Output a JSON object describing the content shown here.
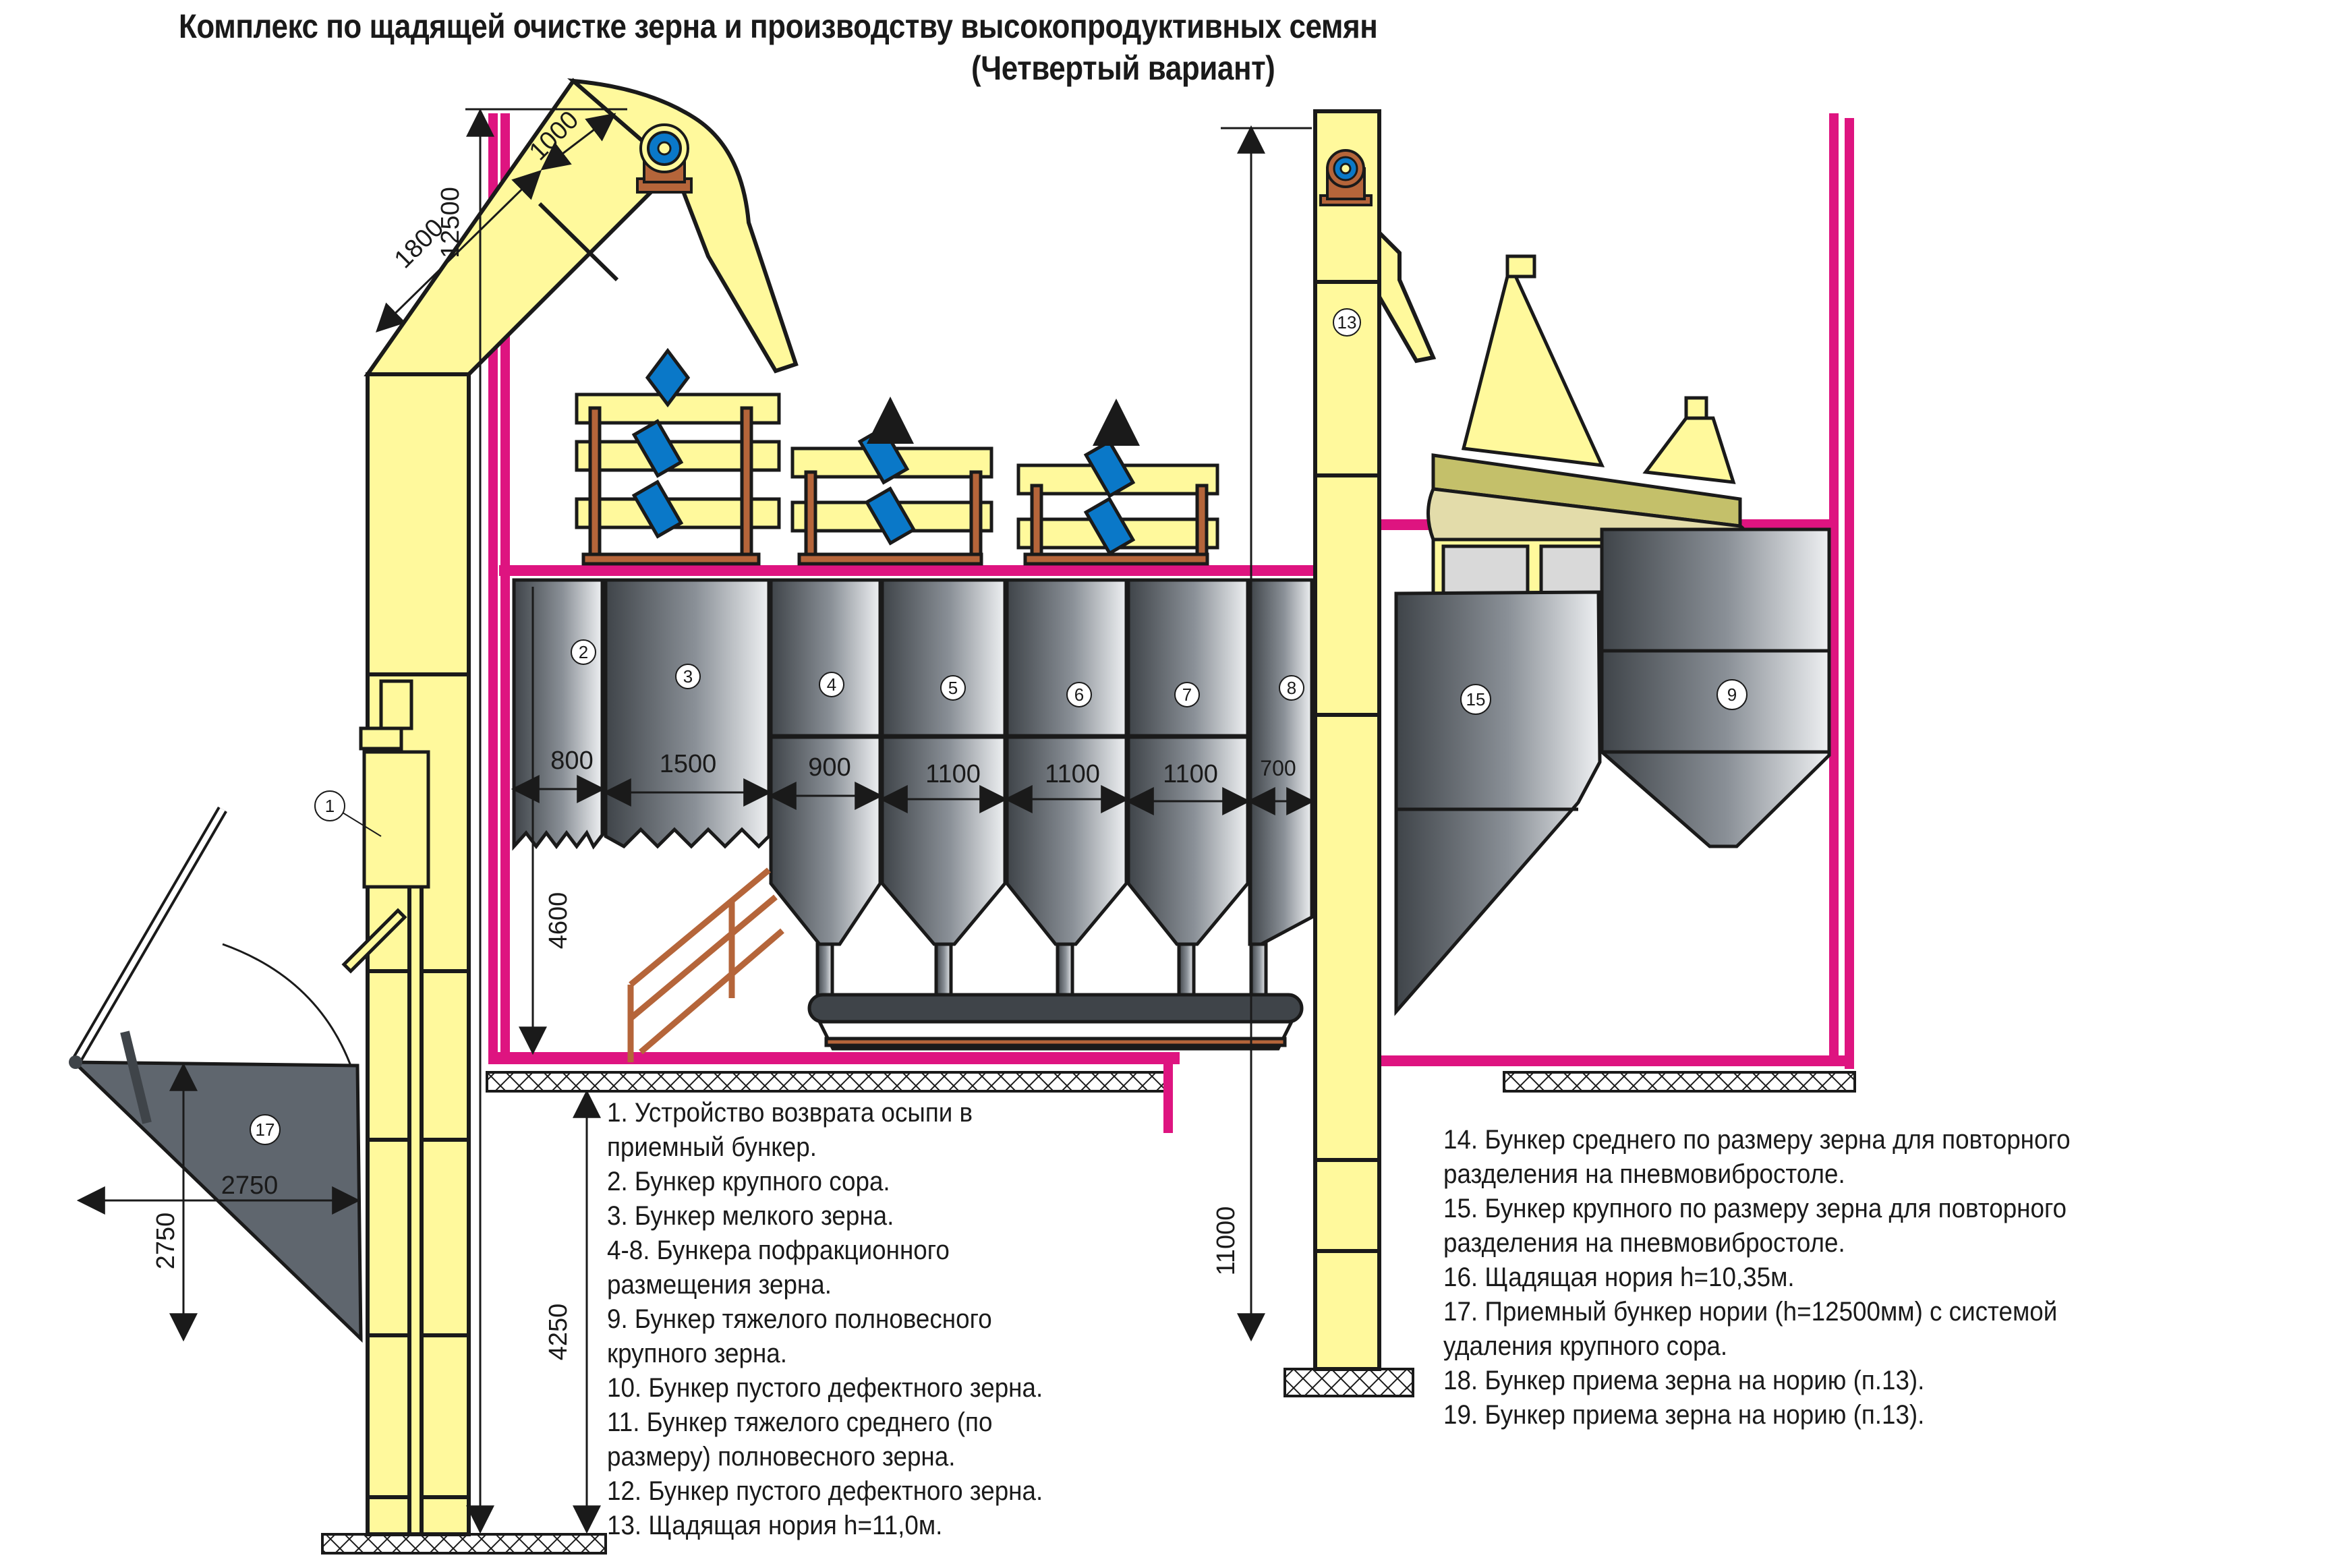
{
  "title": {
    "line1": "Комплекс по щадящей очистке зерна и производству высокопродуктивных семян",
    "line2": "(Четвертый вариант)"
  },
  "colors": {
    "structure_magenta": "#de1480",
    "equipment_yellow": "#fff99c",
    "frame_brown": "#b5653a",
    "motor_blue": "#0a78c8",
    "bin_gray_dark": "#3f4449",
    "bin_gray_light": "#eef0f2",
    "outline": "#1a1a1a"
  },
  "dimensions": {
    "elevator_height": "12500",
    "head_diagonal": "1800",
    "head_width": "1000",
    "bin2_width": "800",
    "bin3_width": "1500",
    "bin4_width": "900",
    "bin5_width": "1100",
    "bin6_width": "1100",
    "bin7_width": "1100",
    "bin8_width": "700",
    "floor_height": "4600",
    "pit_depth": "4250",
    "hopper_width": "2750",
    "hopper_height": "2750",
    "right_elevator_height": "11000"
  },
  "callouts": {
    "c1": "1",
    "c2": "2",
    "c3": "3",
    "c4": "4",
    "c5": "5",
    "c6": "6",
    "c7": "7",
    "c8": "8",
    "c9": "9",
    "c13": "13",
    "c15": "15",
    "c17": "17"
  },
  "legend_left": [
    "1. Устройство возврата осыпи в",
    "приемный бункер.",
    "2. Бункер крупного сора.",
    "3. Бункер мелкого зерна.",
    "4-8. Бункера пофракционного",
    "размещения зерна.",
    "9. Бункер тяжелого полновесного",
    "крупного зерна.",
    "10. Бункер пустого дефектного зерна.",
    "11. Бункер тяжелого среднего (по",
    "размеру) полновесного зерна.",
    "12. Бункер пустого дефектного зерна.",
    "13. Щадящая нория h=11,0м."
  ],
  "legend_right": [
    "14. Бункер среднего по размеру зерна для повторного",
    "разделения на пневмовибростоле.",
    "15. Бункер крупного по размеру зерна для повторного",
    "разделения на пневмовибростоле.",
    "16. Щадящая нория h=10,35м.",
    "17. Приемный бункер нории (h=12500мм) с системой",
    "удаления крупного сора.",
    "18. Бункер приема зерна на норию (п.13).",
    "19. Бункер приема зерна на норию (п.13)."
  ]
}
